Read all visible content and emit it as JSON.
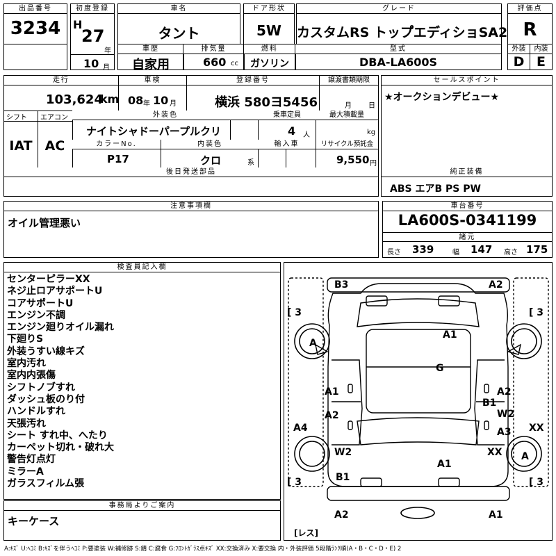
{
  "lot": {
    "label": "出品番号",
    "value": "3234"
  },
  "first_reg": {
    "label": "初度登録",
    "era": "H",
    "year": "27",
    "year_unit": "年",
    "month": "10",
    "month_unit": "月"
  },
  "car_name": {
    "label": "車名",
    "value": "タント"
  },
  "door": {
    "label": "ドア形状",
    "value": "5W"
  },
  "grade": {
    "label": "グレード",
    "value": "カスタムRS トップ゚エディショSA2"
  },
  "score": {
    "label": "評価点",
    "value": "R"
  },
  "history": {
    "label": "車歴",
    "value": "自家用"
  },
  "displacement": {
    "label": "排気量",
    "value": "660",
    "unit": "cc"
  },
  "fuel": {
    "label": "燃料",
    "value": "ガソリン"
  },
  "model_code": {
    "label": "型式",
    "value": "DBA-LA600S"
  },
  "exterior_grade": {
    "label": "外装",
    "value": "D"
  },
  "interior_grade": {
    "label": "内装",
    "value": "E"
  },
  "mileage": {
    "label": "走行",
    "value": "103,624",
    "unit": "km"
  },
  "inspection": {
    "label": "車検",
    "year": "08",
    "year_unit": "年",
    "month": "10",
    "month_unit": "月"
  },
  "plate": {
    "label": "登録番号",
    "value": "横浜 580ヨ5456"
  },
  "transfer": {
    "label": "譲渡書類期限",
    "month_unit": "月",
    "day_unit": "日"
  },
  "shift": {
    "label": "シフト",
    "value": "IAT"
  },
  "ac": {
    "label": "エアコン",
    "value": "AC"
  },
  "ext_color": {
    "label": "外装色",
    "value": "ナイトシャドーパープルクリ"
  },
  "capacity": {
    "label": "乗車定員",
    "value": "4",
    "unit": "人"
  },
  "max_load": {
    "label": "最大積載量",
    "unit": "kg"
  },
  "color_no": {
    "label": "カラーNo.",
    "value": "P17"
  },
  "int_color": {
    "label": "内装色",
    "value": "クロ",
    "suffix": "系"
  },
  "import": {
    "label": "輸入車"
  },
  "recycle": {
    "label": "リサイクル預託金",
    "value": "9,550",
    "unit": "円"
  },
  "later_parts": {
    "label": "後日発送部品",
    "value": ""
  },
  "sales_point": {
    "label": "セールスポイント",
    "value": "★オークションデビュー★"
  },
  "genuine": {
    "label": "純正装備",
    "value": "ABS エアB PS PW"
  },
  "notes": {
    "label": "注意事項欄",
    "value": "オイル管理悪い"
  },
  "chassis": {
    "label": "車台番号",
    "value": "LA600S-0341199"
  },
  "specs": {
    "label": "諸元",
    "length_label": "長さ",
    "length": "339",
    "width_label": "幅",
    "width": "147",
    "height_label": "高さ",
    "height": "175"
  },
  "inspector": {
    "label": "検査員記入欄",
    "lines": [
      "センターピラーXX",
      "ネジ止ロアサポートU",
      "コアサポートU",
      "エンジン不調",
      "エンジン廻りオイル漏れ",
      "下廻りS",
      "外装うすい線キズ",
      "室内汚れ",
      "室内内張傷",
      "シフトノブすれ",
      "ダッシュ板のり付",
      "ハンドルすれ",
      "天張汚れ",
      "シート すれ中、へたり",
      "カーペット切れ・破れ大",
      "警告灯点灯",
      "ミラーA",
      "ガラスフィルム張"
    ]
  },
  "office": {
    "label": "事務局よりご案内",
    "value": "キーケース"
  },
  "diagram": {
    "b3": "B3",
    "a2_top": "A2",
    "br_tl": "[ 3",
    "br_tr": "[ 3",
    "tire_fl": "A",
    "a1_roof": "A1",
    "g": "G",
    "a1_l": "A1",
    "a2_r": "A2",
    "b1_r": "B1",
    "a2_l": "A2",
    "w2_r": "W2",
    "a4": "A4",
    "a3": "A3",
    "xx_r": "XX",
    "w2_l": "W2",
    "xx_m": "XX",
    "tire_rr": "A",
    "a1_b": "A1",
    "b1_l": "B1",
    "br_bl": "[ 3",
    "br_br": "[ 3",
    "a2_bot": "A2",
    "a1_bot": "A1",
    "res": "[レス]"
  },
  "legend": "A:ｷｽﾞ U:ﾍｺﾐ B:ｷｽﾞを伴うﾍｺﾐ P:要塗装 W:補修跡 S:錆 C:腐食 G:ﾌﾛﾝﾄｶﾞﾗｽ点ｷｽﾞ XX:交換済み X:要交換 内・外装評価 5段階ﾗﾝｸ順(A・B・C・D・E) 2"
}
